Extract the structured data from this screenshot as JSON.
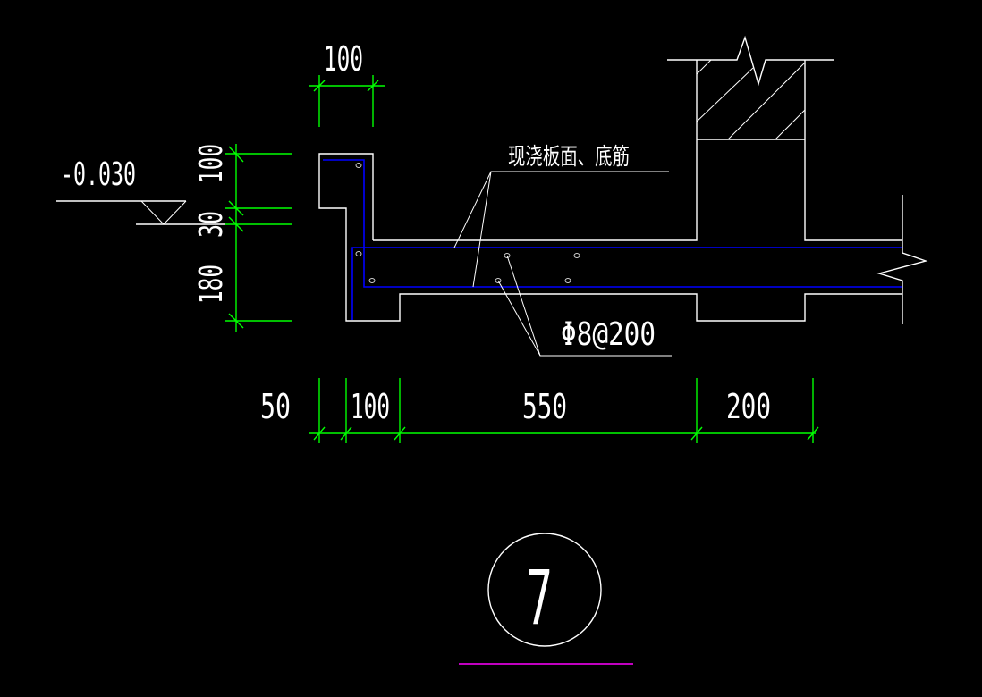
{
  "drawing": {
    "detail_number": "7",
    "elevation_label": "-0.030",
    "rebar_note": "现浇板面、底筋",
    "rebar_spec": "Φ8@200",
    "dimensions": {
      "top_width": "100",
      "vertical": [
        "100",
        "30",
        "180"
      ],
      "bottom": [
        "50",
        "100",
        "550",
        "200"
      ]
    },
    "colors": {
      "background": "#000000",
      "outline": "#ffffff",
      "dimension": "#00ff00",
      "rebar": "#0000ff",
      "title_underline": "#ff00ff"
    }
  }
}
